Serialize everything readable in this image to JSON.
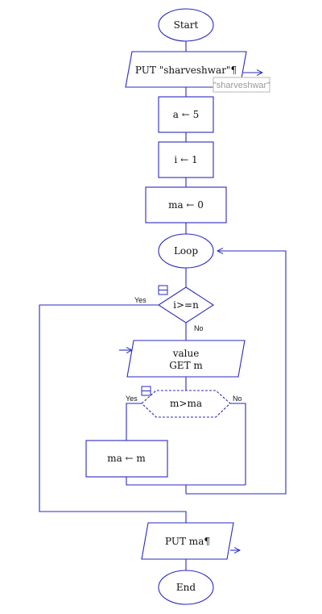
{
  "diagram": {
    "nodes": {
      "start": "Start",
      "put_name": "PUT \"sharveshwar\"¶",
      "put_name_tooltip": "\"sharveshwar\"",
      "assign_a": "a ← 5",
      "assign_i": "i ← 1",
      "assign_ma": "ma ← 0",
      "loop": "Loop",
      "cond_loop": "i>=n",
      "get_line1": "value",
      "get_line2": "GET m",
      "cond_max": "m>ma",
      "assign_ma_m": "ma ← m",
      "put_ma": "PUT ma¶",
      "end": "End"
    },
    "labels": {
      "loop_yes": "Yes",
      "loop_no": "No",
      "max_yes": "Yes",
      "max_no": "No"
    },
    "colors": {
      "line": "#2a2ac0",
      "text": "#111111",
      "tooltip_text": "#9a9a9a"
    }
  }
}
